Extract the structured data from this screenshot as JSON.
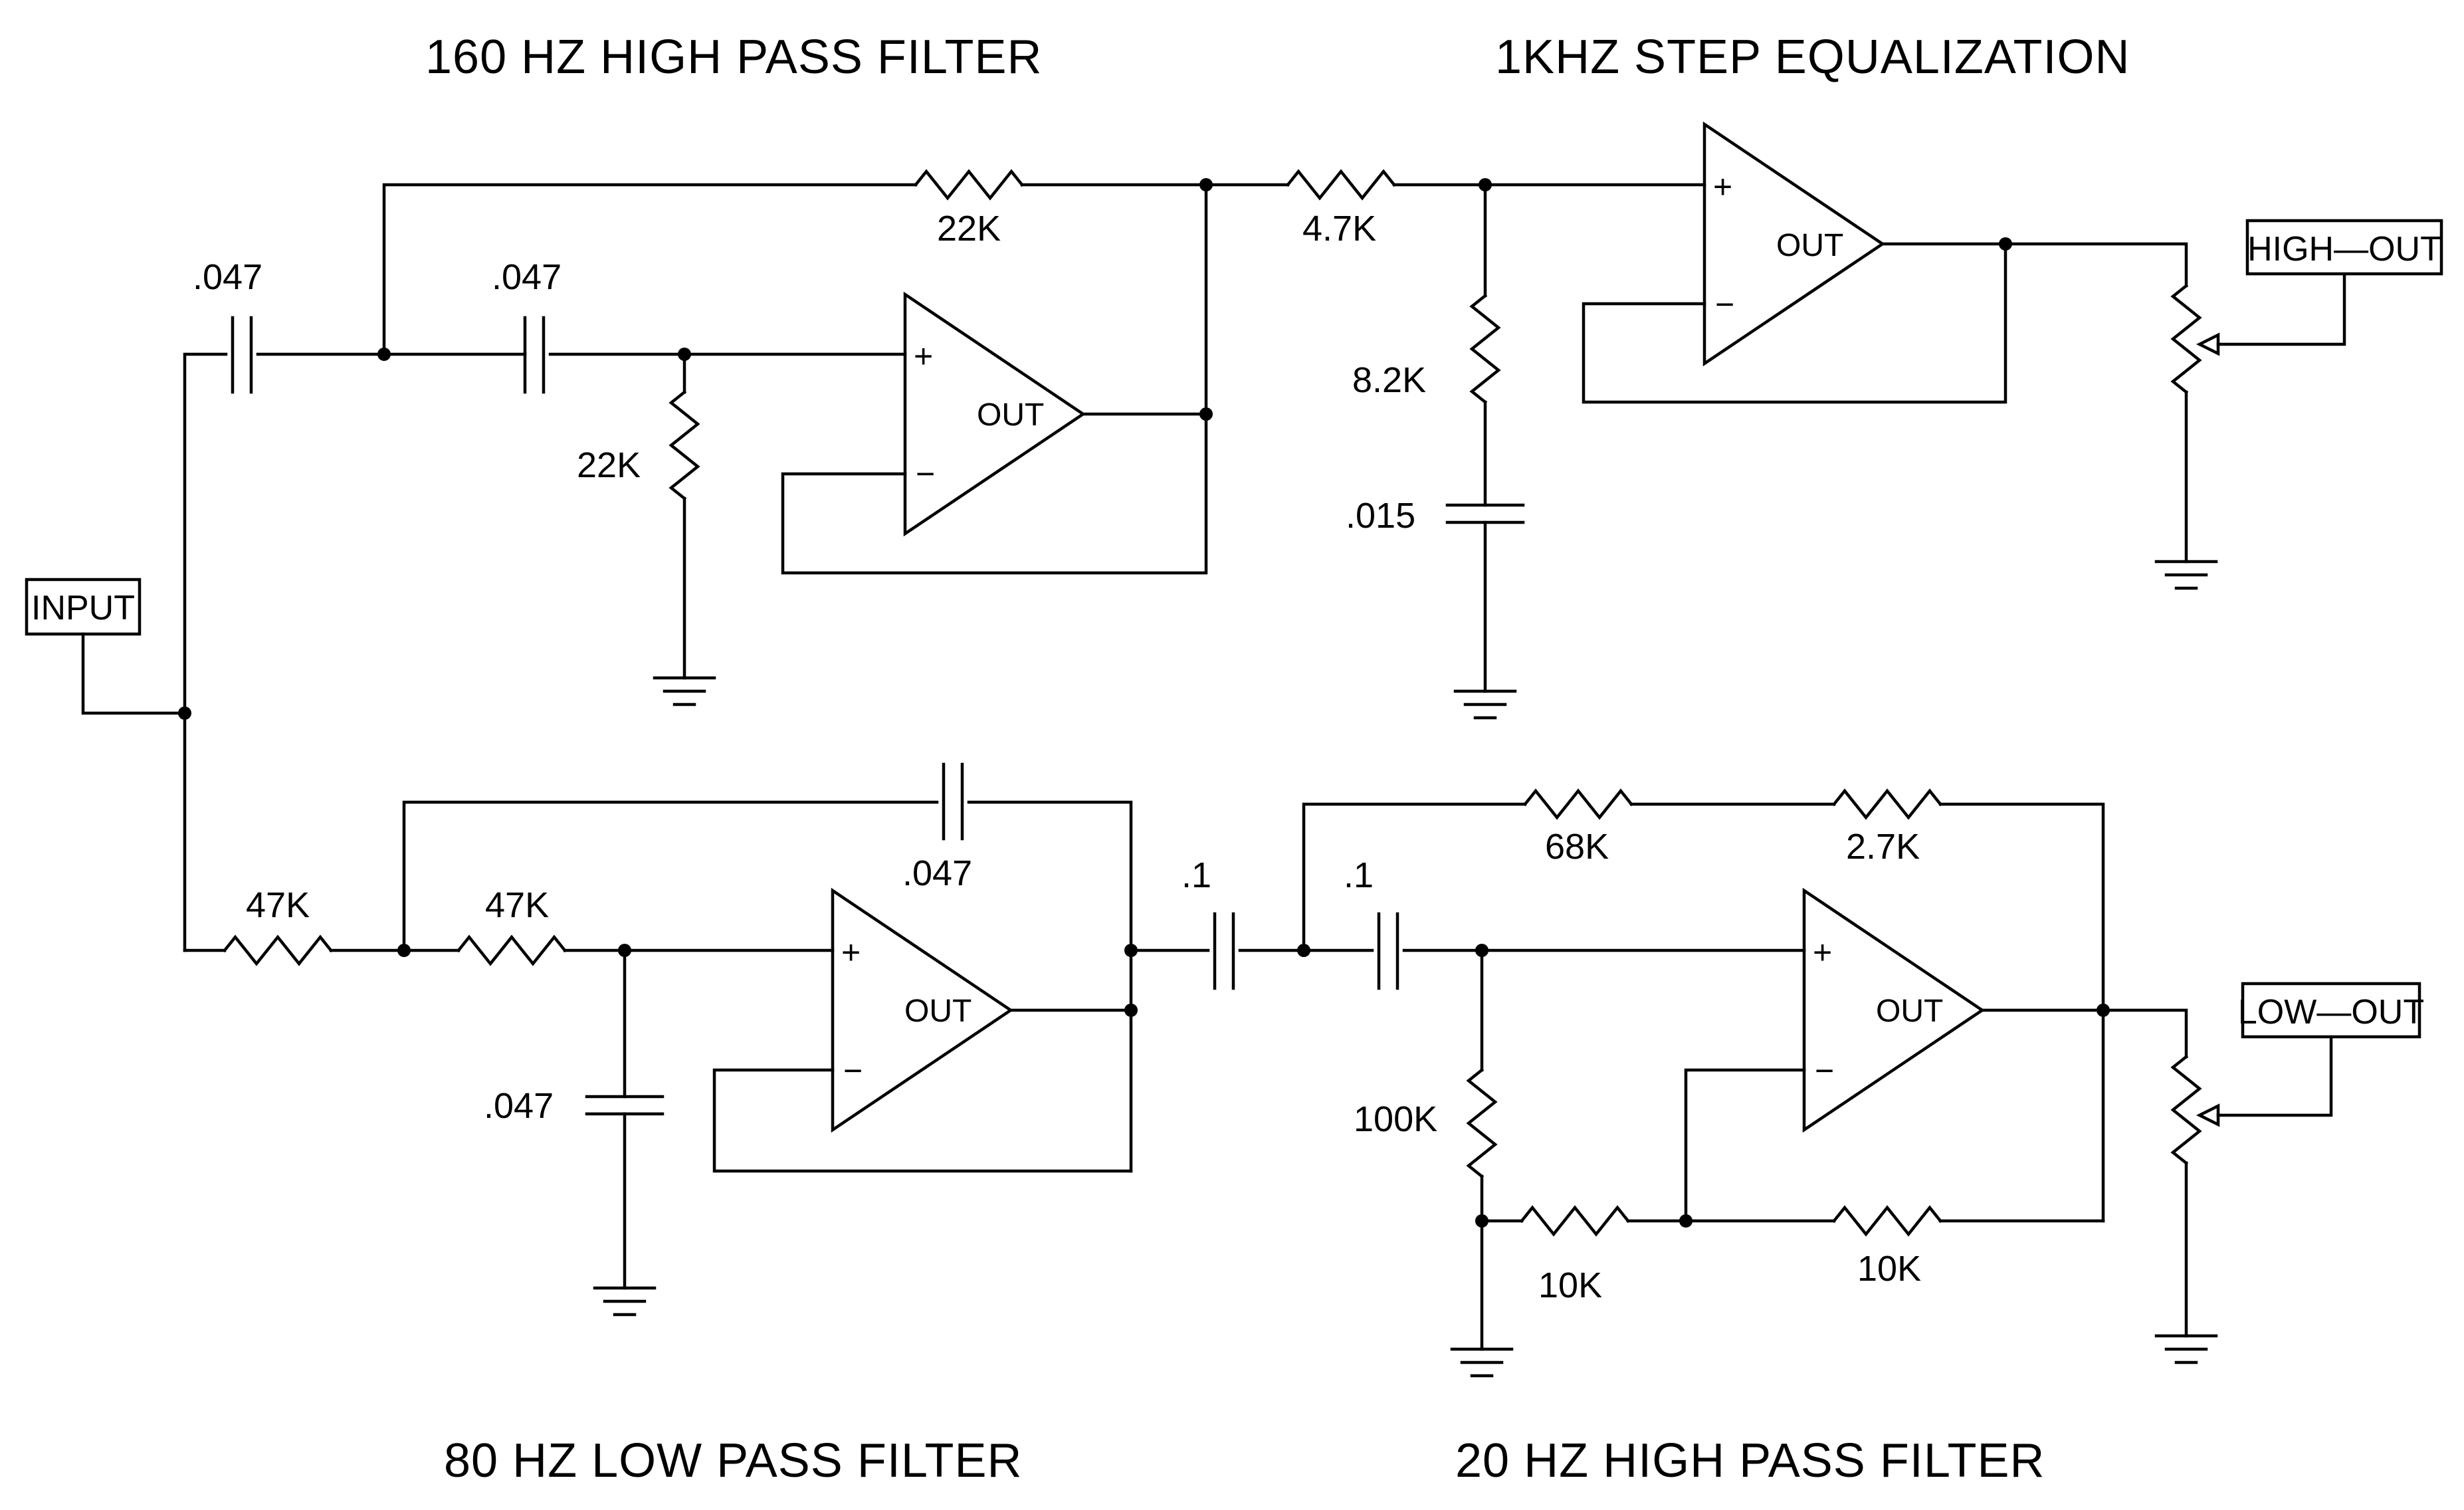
{
  "titles": {
    "hp160": "160 HZ HIGH PASS FILTER",
    "eq1k": "1KHZ STEP EQUALIZATION",
    "lp80": "80 HZ LOW PASS FILTER",
    "hp20": "20 HZ HIGH PASS FILTER"
  },
  "ports": {
    "input": "INPUT",
    "high_out": "HIGH—OUT",
    "low_out": "LOW—OUT"
  },
  "components": {
    "c_in_hp": ".047",
    "c_hp2": ".047",
    "r_hp_fb": "22K",
    "r_hp_gnd": "22K",
    "r_eq_series": "4.7K",
    "r_eq_shunt": "8.2K",
    "c_eq_shunt": ".015",
    "r_lp1": "47K",
    "r_lp2": "47K",
    "c_lp_fb": ".047",
    "c_lp_gnd": ".047",
    "c_hp20_1": ".1",
    "c_hp20_2": ".1",
    "r_hp20_68": "68K",
    "r_hp20_27": "2.7K",
    "r_hp20_100": "100K",
    "r_hp20_10a": "10K",
    "r_hp20_10b": "10K"
  },
  "opamp": {
    "out": "OUT",
    "plus": "+",
    "minus": "−"
  }
}
